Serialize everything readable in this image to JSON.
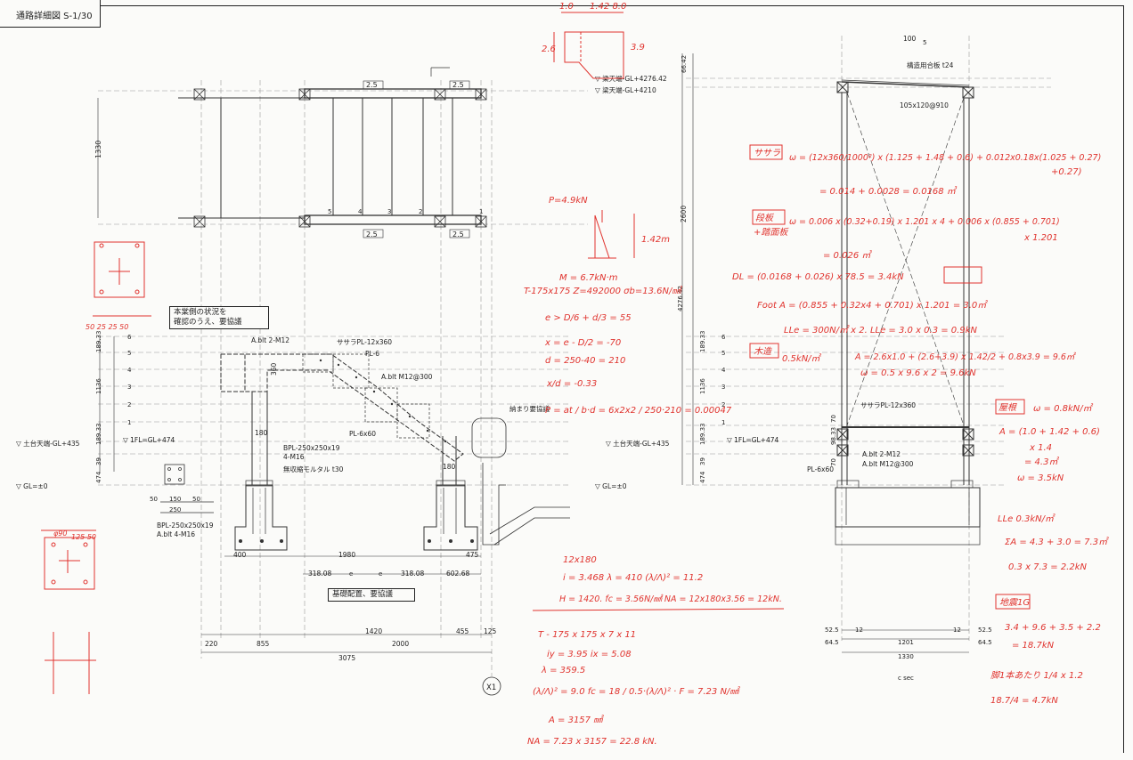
{
  "sheet": {
    "title": "通路詳細図 S-1/30"
  },
  "left_view": {
    "dims": {
      "d1330": "1330",
      "d2_5": "2.5",
      "n5": "5",
      "n4": "4",
      "n3": "3",
      "n2": "2",
      "n1": "1",
      "d18933": "189.33",
      "d1136": "1136",
      "d39": "39",
      "d474": "474",
      "d180": "180",
      "d360": "360",
      "d400": "400",
      "d1980": "1980",
      "d475": "475",
      "d31808": "318.08",
      "d60268": "602.68",
      "e": "e",
      "d220": "220",
      "d855": "855",
      "d1420": "1420",
      "d2000": "2000",
      "d455": "455",
      "d125": "125",
      "d3075": "3075",
      "d50": "50",
      "d150": "150",
      "d250": "250"
    },
    "levels": {
      "dodai": "▽ 土台天端-GL+435",
      "fl": "▽ 1FL=GL+474",
      "gl": "▽ GL=±0",
      "hari1": "▽ 梁天端-GL+4276.42",
      "hari2": "▽ 梁天端-GL+4210"
    },
    "labels": {
      "bolt1": "A.blt 2-M12",
      "sasara": "ササラPL-12x360",
      "pl6": "PL-6",
      "bolt2": "A.blt M12@300",
      "osamari": "納まり要協議",
      "pl6x60": "PL-6x60",
      "bpl": "BPL-250x250x19",
      "m16": "4-M16",
      "mortar": "無収縮モルタル t30",
      "bpl2": "BPL-250x250x19",
      "bolt3": "A.blt 4-M16",
      "axis": "X1"
    },
    "notes": {
      "n1": "本棠側の状況を\n確認のうえ、要協議",
      "n2": "基礎配置、要協議"
    }
  },
  "right_view": {
    "dims": {
      "d100": "100",
      "d5": "5",
      "d6642": "66.42",
      "d2600": "2600",
      "d427642": "4276.42",
      "d18933": "189.33",
      "d1136": "1136",
      "d39": "39",
      "d474": "474",
      "d70": "70",
      "d9833": "98.33",
      "n6": "6",
      "n5": "5",
      "n4": "4",
      "n3": "3",
      "n2": "2",
      "n1": "1",
      "d525": "52.5",
      "d645": "64.5",
      "d12": "12",
      "d1201": "1201",
      "d1330": "1330"
    },
    "levels": {
      "dodai": "▽ 土台天端-GL+435",
      "fl": "▽ 1FL=GL+474",
      "gl": "▽ GL=±0"
    },
    "labels": {
      "plywood": "構造用合板 t24",
      "joist": "105x120@910",
      "sasara": "ササラPL-12x360",
      "bolt1": "A.blt 2-M12",
      "bolt2": "A.blt M12@300",
      "pl6x60": "PL-6x60",
      "sec": "c sec"
    }
  },
  "handwritten": {
    "top_a": "1.0",
    "top_b": "1.42 8.0",
    "h26": "2.6",
    "h39": "3.9",
    "p": "P=4.9kN",
    "h142": "1.42m",
    "m": "M = 6.7kN·m",
    "t": "T-175x175  Z=492000  σb=13.6N/㎟",
    "e": "e > D/6 + d/3 = 55",
    "x": "x = e - D/2 = -70",
    "d": "d = 250-40 = 210",
    "xd": "x/d = -0.33",
    "p2": "P = at / b·d = 6x2x2 / 250·210 = 0.00047",
    "sasa": "ササラ",
    "w1": "ω = (12x360/1000²) x (1.125 + 1.48 + 0.6) + 0.012x0.18x(1.025 + 0.27)",
    "w1b": "+0.27)",
    "w2": "= 0.014 + 0.0028 = 0.0168 ㎥",
    "mok": "段板",
    "mok2": "+踏面板",
    "w3": "ω = 0.006 x (0.32+0.19) x 1.201 x 4 + 0.006 x (0.855 + 0.701)",
    "w3b": "x 1.201",
    "w4": "= 0.026 ㎥",
    "dl": "DL = (0.0168 + 0.026) x 78.5 = 3.4kN",
    "foot": "Foot A = (0.855 + 0.32x4 + 0.701) x 1.201 = 3.0㎡",
    "lle": "LLe = 300N/㎡ x 2.  LLe = 3.0 x 0.3 = 0.9kN",
    "moku": "木造",
    "mokv": "0.5kN/㎡",
    "a1": "A = 2.6x1.0 + (2.6+3.9) x 1.42/2 + 0.8x3.9 = 9.6㎡",
    "a2": "ω = 0.5 x 9.6 x 2 = 9.6kN",
    "yane": "屋根",
    "w5": "ω = 0.8kN/㎡",
    "a3": "A = (1.0 + 1.42 + 0.6)",
    "a4": "x 1.4",
    "a5": "= 4.3㎡",
    "a6": "ω = 3.5kN",
    "lle2": "LLe  0.3kN/㎡",
    "sa": "ΣA = 4.3 + 3.0 = 7.3㎡",
    "sa2": "0.3 x 7.3 = 2.2kN",
    "jishin": "地震1G",
    "js1": "3.4 + 9.6 + 3.5 + 2.2",
    "js2": "= 18.7kN",
    "kyaku": "脚1本あたり 1/4 x 1.2",
    "js3": "18.7/4 = 4.7kN",
    "c1": "12x180",
    "c2": "i = 3.468    λ = 410    (λ/Λ)² = 11.2",
    "c3": "H = 1420.    fc = 3.56N/㎟  NA = 12x180x3.56 = 12kN.",
    "c4": "T - 175 x 175 x 7 x 11",
    "c5": "iy = 3.95    ix = 5.08",
    "c6": "λ = 359.5",
    "c7": "(λ/Λ)² = 9.0    fc = 18 / 0.5·(λ/Λ)² · F = 7.23 N/㎟",
    "c8": "A = 3157 ㎟",
    "c9": "NA = 7.23 x 3157 = 22.8 kN.",
    "s1": "φ90",
    "s2": "125  50",
    "s3": "50  25  25  50"
  }
}
